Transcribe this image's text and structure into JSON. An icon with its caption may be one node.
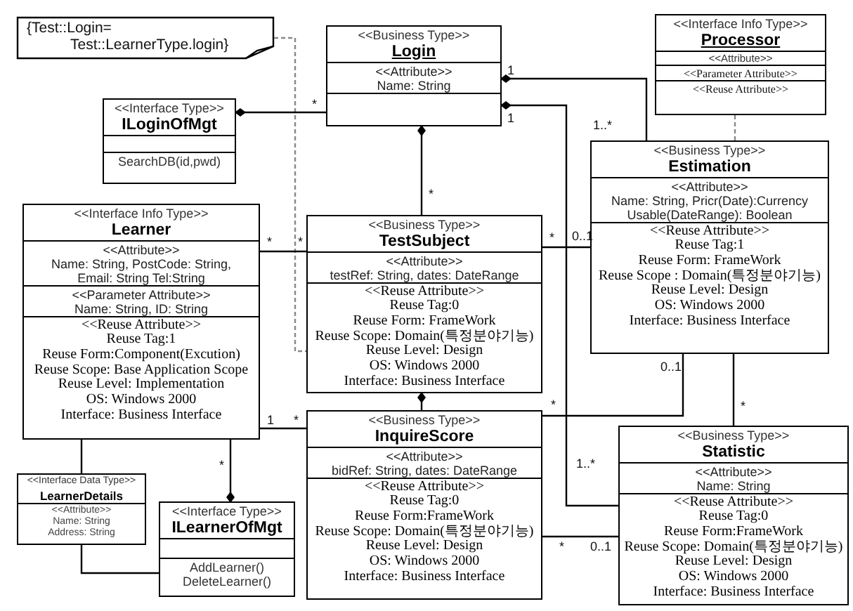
{
  "diagram": {
    "nodes": [
      {
        "text": [
          "{Test::Login= Test::LearnerType.login}"
        ]
      },
      {
        "text": [
          "<<Business Type>>",
          "Login",
          "<<Attribute>>",
          "Name: String"
        ]
      },
      {
        "text": [
          "<<Interface Info Type>>",
          "Processor",
          "<<Attribute>>",
          "<<Parameter Attribute>>",
          "<<Reuse Attribute>>"
        ]
      },
      {
        "text": [
          "<<Interface Type>>",
          "ILoginOfMgt",
          "SearchDB(id,pwd)"
        ]
      },
      {
        "text": [
          "<<Business Type>>",
          "Estimation",
          "<<Attribute>>",
          "Name: String, Pricr(Date):Currency",
          "Usable(DateRange): Boolean",
          "<<Reuse Attribute>>",
          "Reuse Tag:1",
          "Reuse Form: FrameWork",
          "Reuse Scope : Domain(특정분야기능)",
          "Reuse Level: Design",
          "OS: Windows 2000",
          "Interface: Business  Interface"
        ]
      },
      {
        "text": [
          "<<Business Type>>",
          "TestSubject",
          "<<Attribute>>",
          "testRef: String, dates: DateRange",
          "<<Reuse Attribute>>",
          "Reuse Tag:0",
          "Reuse Form: FrameWork",
          "Reuse Scope: Domain(특정분야기능)",
          "Reuse Level: Design",
          "OS: Windows 2000",
          "Interface: Business  Interface"
        ]
      },
      {
        "text": [
          "<<Interface Info Type>>",
          "Learner",
          "<<Attribute>>",
          "Name: String, PostCode: String,",
          "Email: String Tel:String",
          "<<Parameter Attribute>>",
          "Name: String, ID: String",
          "<<Reuse Attribute>>",
          "Reuse Tag:1",
          "Reuse Form:Component(Excution)",
          "Reuse Scope: Base Application Scope",
          "Reuse Level: Implementation",
          "OS: Windows 2000",
          "Interface: Business Interface"
        ]
      },
      {
        "text": [
          "<<Business Type>>",
          "InquireScore",
          "<<Attribute>>",
          "bidRef: String, dates: DateRange",
          "<<Reuse Attribute>>",
          "Reuse Tag:0",
          "Reuse Form:FrameWork",
          "Reuse Scope: Domain(특정분야기능)",
          "Reuse Level: Design",
          "OS: Windows 2000",
          "Interface: Business Interface"
        ]
      },
      {
        "text": [
          "<<Business Type>>",
          "Statistic",
          "<<Attribute>>",
          "Name: String",
          "<<Reuse Attribute>>",
          "Reuse Tag:0",
          "Reuse Form:FrameWork",
          "Reuse Scope: Domain(특정분야기능)",
          "Reuse Level: Design",
          "OS: Windows 2000",
          "Interface: Business Interface"
        ]
      },
      {
        "text": [
          "<<Interface Data Type>>",
          "LearnerDetails",
          "<<Attribute>>",
          "Name: String",
          "Address: String"
        ]
      },
      {
        "text": [
          "<<Interface Type>>",
          "ILearnerOfMgt",
          "AddLearner()",
          "DeleteLearner()"
        ]
      }
    ],
    "edges": [
      {
        "from": 0,
        "to": 5,
        "arrow": "none",
        "style": "dashed",
        "color": "#888888"
      },
      {
        "from": 2,
        "to": 4,
        "arrow": "none",
        "style": "dashed",
        "color": "#888888"
      },
      {
        "from": 3,
        "to": 1,
        "arrow": "other"
      },
      {
        "from": 1,
        "to": 5,
        "arrow": "other"
      },
      {
        "from": 1,
        "to": 4,
        "arrow": "other"
      },
      {
        "from": 1,
        "to": 8,
        "arrow": "other"
      },
      {
        "from": 6,
        "to": 5,
        "arrow": "none"
      },
      {
        "from": 5,
        "to": 4,
        "arrow": "none"
      },
      {
        "from": 5,
        "to": 7,
        "arrow": "other"
      },
      {
        "from": 6,
        "to": 7,
        "arrow": "none"
      },
      {
        "from": 4,
        "to": 7,
        "arrow": "none"
      },
      {
        "from": 4,
        "to": 8,
        "arrow": "none"
      },
      {
        "from": 7,
        "to": 8,
        "arrow": "none"
      },
      {
        "from": 6,
        "to": 9,
        "arrow": "none"
      },
      {
        "from": 10,
        "to": 6,
        "arrow": "other"
      },
      {
        "from": 9,
        "to": 10,
        "arrow": "none"
      }
    ],
    "labels": [
      "*",
      "1",
      "1",
      "1..*",
      "*",
      "*",
      "*",
      "*",
      "0..1",
      "0..1",
      "*",
      "1",
      "*",
      "*",
      "*",
      "1..*",
      "*",
      "0..1"
    ]
  }
}
